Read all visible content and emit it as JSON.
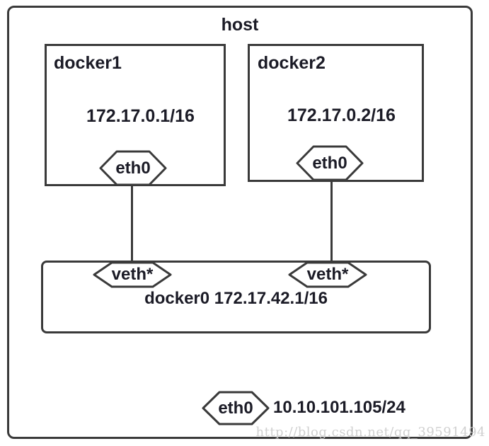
{
  "diagram": {
    "title": "host",
    "containers": {
      "docker1": {
        "title": "docker1",
        "ip": "172.17.0.1/16",
        "interface_label": "eth0"
      },
      "docker2": {
        "title": "docker2",
        "ip": "172.17.0.2/16",
        "interface_label": "eth0"
      }
    },
    "bridge": {
      "label": "docker0 172.17.42.1/16",
      "veth1_label": "veth*",
      "veth2_label": "veth*"
    },
    "host_interface": {
      "label": "eth0",
      "ip": "10.10.101.105/24"
    },
    "watermark": "http://blog.csdn.net/qq_39591494",
    "colors": {
      "border": "#3a3a3a",
      "text": "#1b1b26",
      "background": "#ffffff",
      "watermark": "#cecece"
    }
  }
}
